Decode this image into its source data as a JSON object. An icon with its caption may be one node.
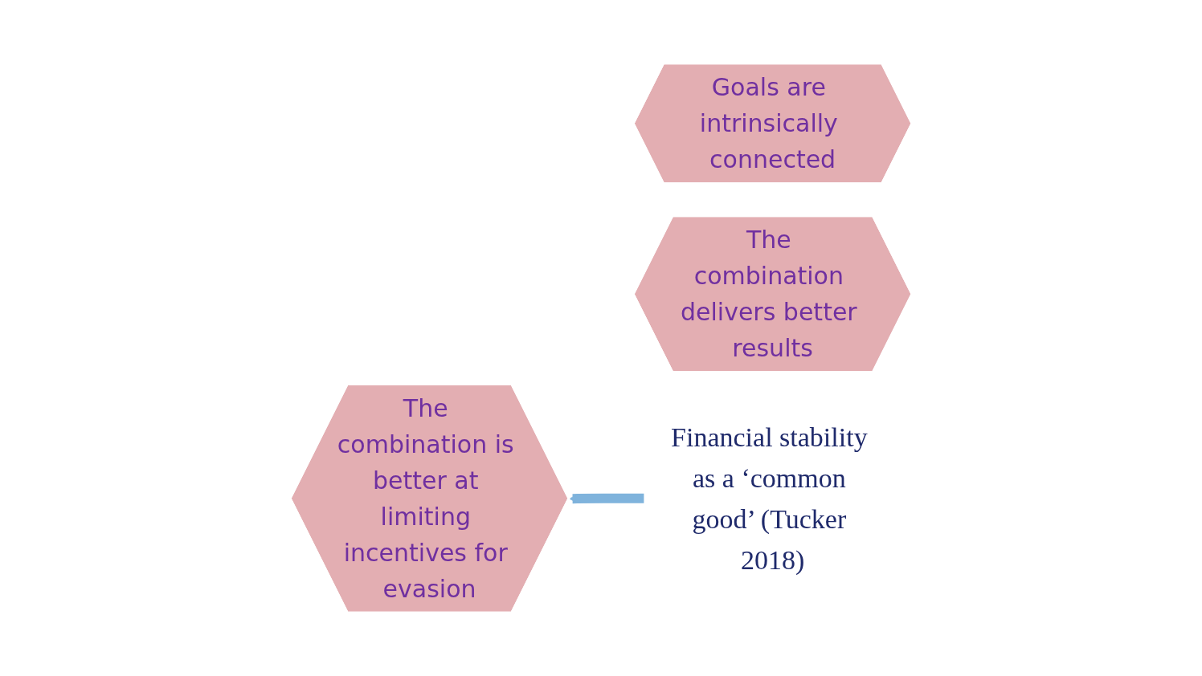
{
  "diagram": {
    "nodes": [
      {
        "text": [
          "Goals are intrinsically connected"
        ]
      },
      {
        "text": [
          "The combination delivers better results"
        ]
      },
      {
        "text": [
          "The combination is better at limiting incentives for evasion"
        ]
      },
      {
        "text": [
          "Financial stability as a ‘common good’ (Tucker 2018)"
        ]
      }
    ],
    "edges": [
      {
        "from": 3,
        "to": 2,
        "arrow": "to",
        "color": "#7fb3dc"
      }
    ]
  }
}
